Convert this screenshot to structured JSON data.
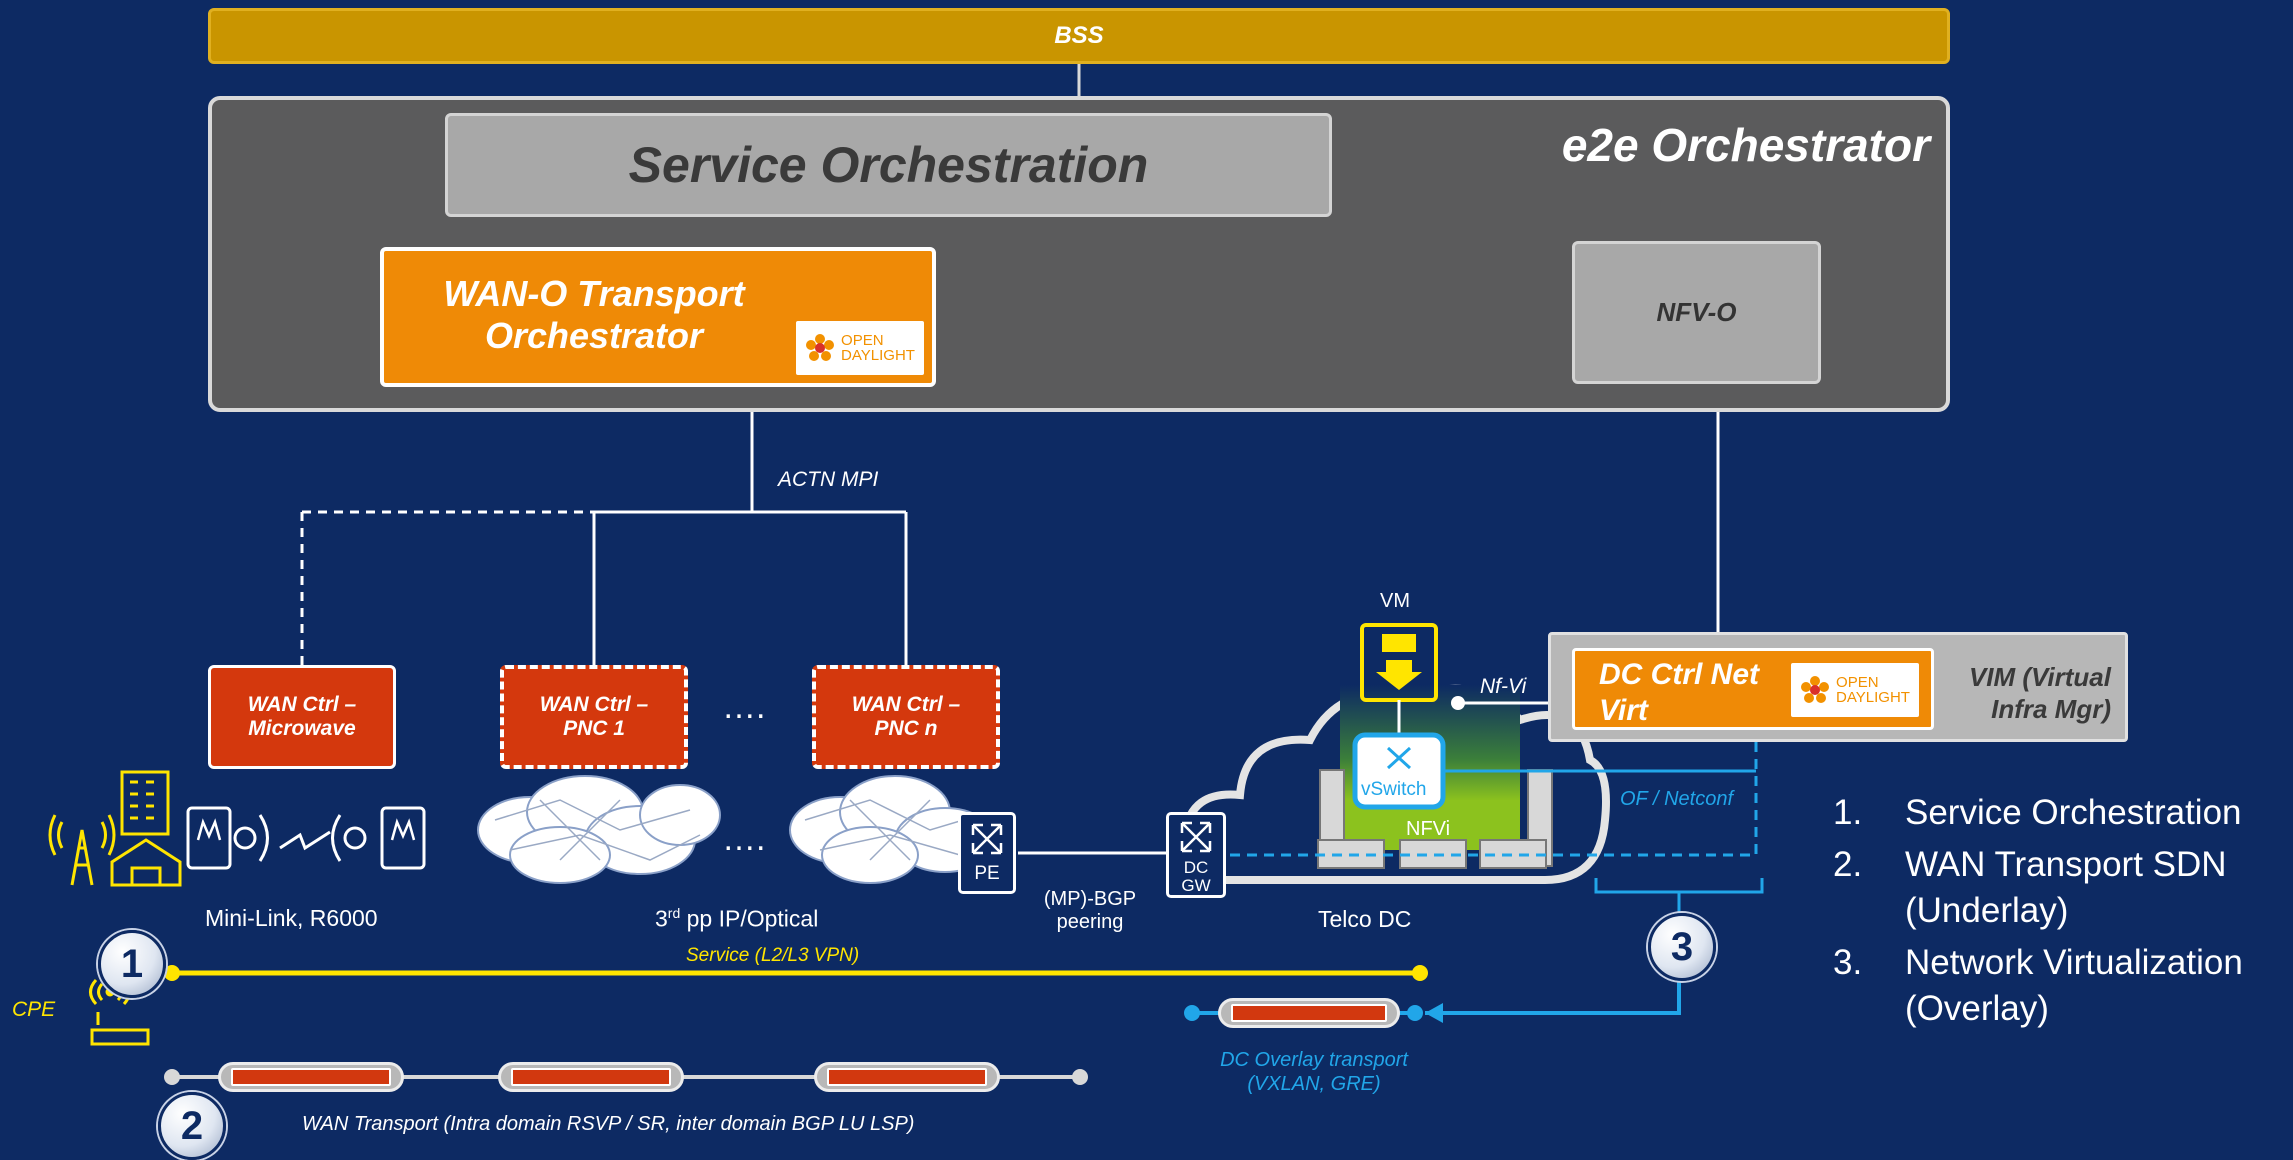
{
  "bss": "BSS",
  "orchestrator": {
    "title": "e2e Orchestrator",
    "service_orchestration": "Service Orchestration",
    "wan_o": "WAN-O Transport Orchestrator",
    "nfv_o": "NFV-O"
  },
  "odl_logo": {
    "line1": "OPEN",
    "line2": "DAYLIGHT"
  },
  "interfaces": {
    "actn_mpi": "ACTN MPI",
    "nf_vi": "Nf-Vi",
    "of_netconf": "OF / Netconf"
  },
  "controllers": {
    "microwave": "WAN Ctrl – Microwave",
    "pnc1": "WAN Ctrl – PNC 1",
    "pncn": "WAN Ctrl – PNC n",
    "ellipsis": "….",
    "dc_ctrl": "DC Ctrl Net Virt",
    "vim": "VIM (Virtual Infra Mgr)"
  },
  "network": {
    "mini_link": "Mini-Link, R6000",
    "third_pp_prefix": "3",
    "third_pp_sup": "rd",
    "third_pp_suffix": " pp IP/Optical",
    "pe": "PE",
    "dc_gw": "DC GW",
    "bgp": "(MP)-BGP peering",
    "telco_dc": "Telco DC",
    "vm": "VM",
    "vswitch": "vSwitch",
    "nfvi": "NFVi",
    "cpe": "CPE"
  },
  "transport": {
    "service": "Service (L2/L3 VPN)",
    "dc_overlay_line1": "DC Overlay transport",
    "dc_overlay_line2": "(VXLAN, GRE)",
    "wan_transport": "WAN Transport (Intra domain RSVP / SR, inter domain BGP LU LSP)"
  },
  "badges": {
    "one": "1",
    "two": "2",
    "three": "3"
  },
  "legend": [
    {
      "num": "1.",
      "text": "Service Orchestration"
    },
    {
      "num": "2.",
      "text": "WAN Transport SDN (Underlay)"
    },
    {
      "num": "3.",
      "text": "Network Virtualization (Overlay)"
    }
  ],
  "colors": {
    "background": "#0d2a63",
    "bss": "#c99500",
    "orange": "#ef8a06",
    "red": "#d4380d",
    "yellow": "#ffe500",
    "cyan": "#21a6e9",
    "green": "#8cc21e"
  }
}
